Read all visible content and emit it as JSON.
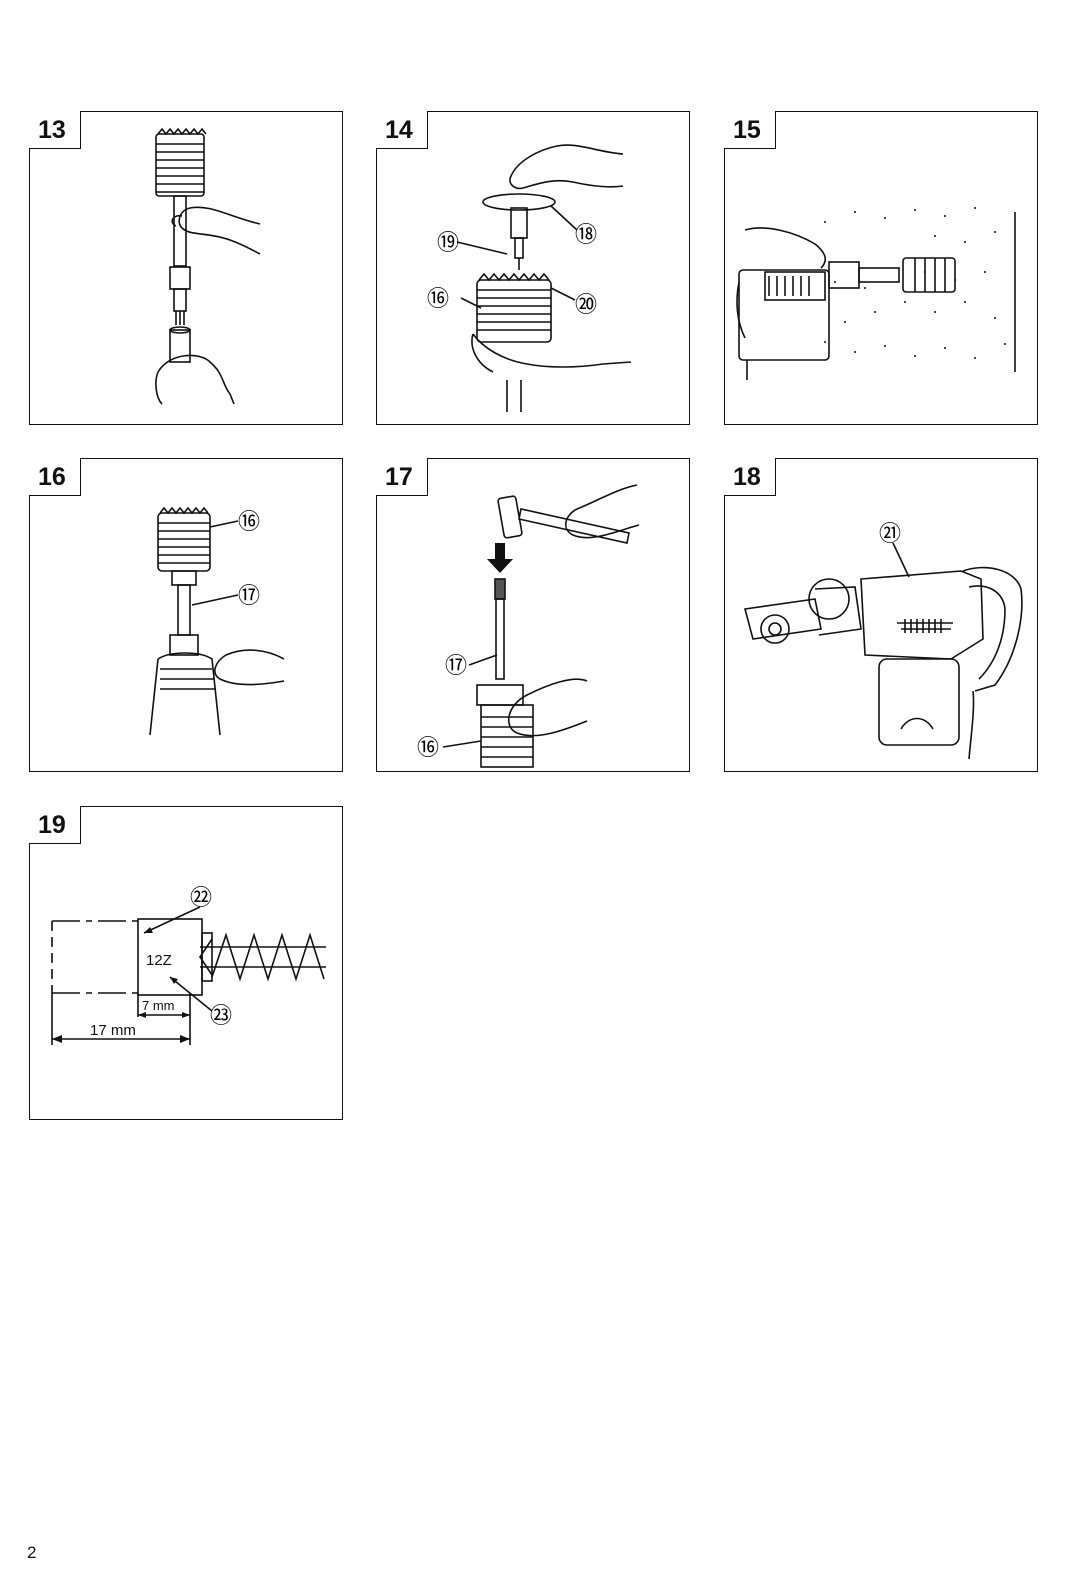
{
  "figures": [
    {
      "number": "13"
    },
    {
      "number": "14",
      "callouts": [
        "⑲",
        "⑱",
        "⑯",
        "⑳"
      ]
    },
    {
      "number": "15"
    },
    {
      "number": "16",
      "callouts": [
        "⑯",
        "⑰"
      ]
    },
    {
      "number": "17",
      "callouts": [
        "⑰",
        "⑯"
      ]
    },
    {
      "number": "18",
      "callouts": [
        "㉑"
      ]
    },
    {
      "number": "19",
      "callouts": [
        "㉒",
        "㉓"
      ],
      "labels": {
        "code": "12Z",
        "dim_small": "7 mm",
        "dim_large": "17 mm"
      }
    }
  ],
  "page_number": "2"
}
